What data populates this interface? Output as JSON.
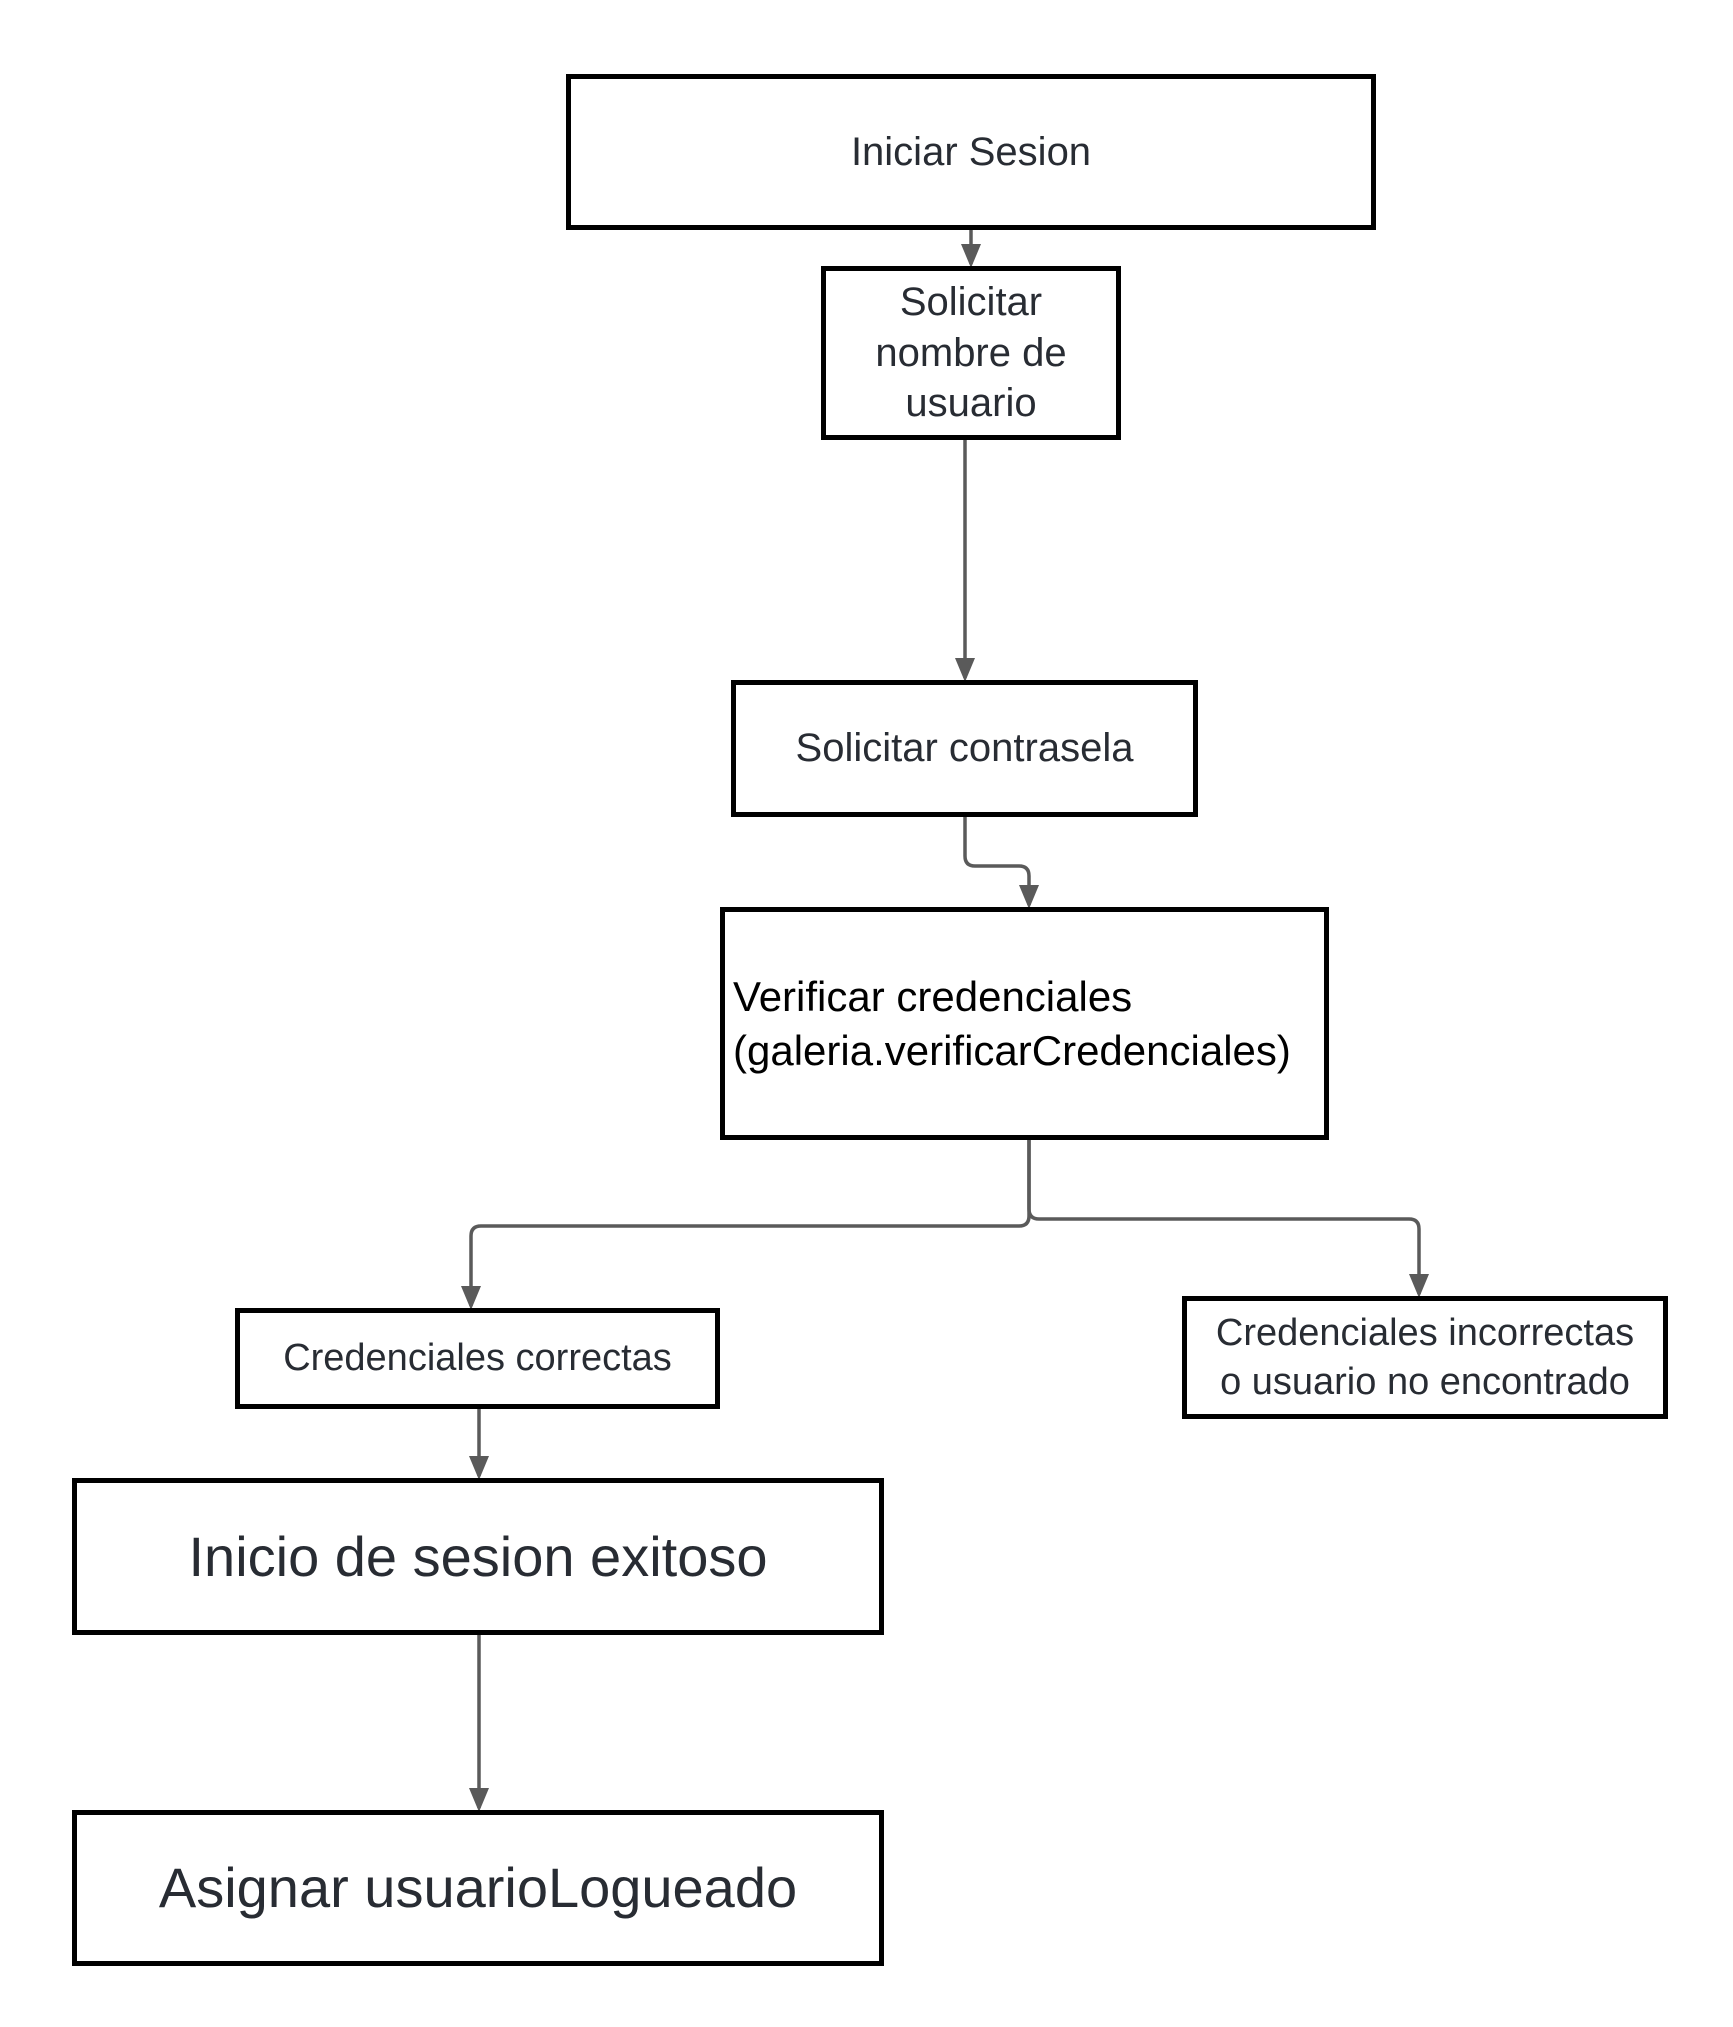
{
  "diagram": {
    "nodes": {
      "iniciar": {
        "label": "Iniciar Sesion"
      },
      "usuario": {
        "label": "Solicitar\nnombre de\nusuario"
      },
      "contrasena": {
        "label": "Solicitar contrasela"
      },
      "verificar": {
        "label": "Verificar credenciales\n(galeria.verificarCredenciales)"
      },
      "correctas": {
        "label": "Credenciales correctas"
      },
      "incorrectas": {
        "label": "Credenciales incorrectas\no usuario no encontrado"
      },
      "exitoso": {
        "label": "Inicio de sesion exitoso"
      },
      "asignar": {
        "label": "Asignar usuarioLogueado"
      }
    },
    "edges": [
      {
        "from": "iniciar",
        "to": "usuario"
      },
      {
        "from": "usuario",
        "to": "contrasena"
      },
      {
        "from": "contrasena",
        "to": "verificar"
      },
      {
        "from": "verificar",
        "to": "correctas"
      },
      {
        "from": "verificar",
        "to": "incorrectas"
      },
      {
        "from": "correctas",
        "to": "exitoso"
      },
      {
        "from": "exitoso",
        "to": "asignar"
      }
    ],
    "colors": {
      "node_border": "#000000",
      "node_text": "#282c33",
      "connector": "#5a5a5a"
    }
  }
}
